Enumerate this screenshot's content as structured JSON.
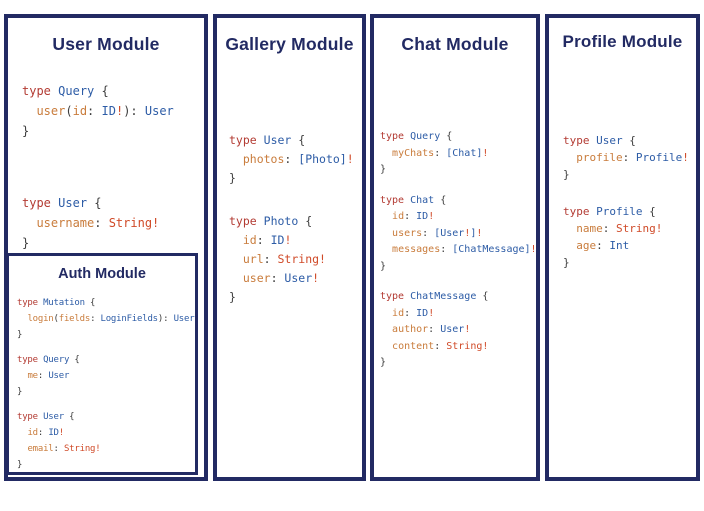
{
  "colors": {
    "border_navy": "#222a63",
    "keyword_red": "#b33b33",
    "type_blue": "#2d5ca6",
    "field_orange": "#c97c3c",
    "string_red_orange": "#d04a28",
    "punctuation": "#3d3d3d",
    "background": "#ffffff"
  },
  "panels": [
    {
      "title": "User Module",
      "blocks": [
        [
          [
            [
              "kw",
              "type"
            ],
            [
              "pl",
              " "
            ],
            [
              "ty",
              "Query"
            ],
            [
              "pl",
              " {"
            ]
          ],
          [
            [
              "pl",
              "  "
            ],
            [
              "fd",
              "user"
            ],
            [
              "pl",
              "("
            ],
            [
              "fd",
              "id"
            ],
            [
              "pl",
              ": "
            ],
            [
              "ty",
              "ID"
            ],
            [
              "ex",
              "!"
            ],
            [
              "pl",
              "): "
            ],
            [
              "ty",
              "User"
            ]
          ],
          [
            [
              "pl",
              "}"
            ]
          ]
        ],
        [
          [
            [
              "kw",
              "type"
            ],
            [
              "pl",
              " "
            ],
            [
              "ty",
              "User"
            ],
            [
              "pl",
              " {"
            ]
          ],
          [
            [
              "pl",
              "  "
            ],
            [
              "fd",
              "username"
            ],
            [
              "pl",
              ": "
            ],
            [
              "st",
              "String!"
            ]
          ],
          [
            [
              "pl",
              "}"
            ]
          ]
        ]
      ],
      "sub": {
        "title": "Auth Module",
        "blocks": [
          [
            [
              [
                "kw",
                "type"
              ],
              [
                "pl",
                " "
              ],
              [
                "ty",
                "Mutation"
              ],
              [
                "pl",
                " {"
              ]
            ],
            [
              [
                "pl",
                "  "
              ],
              [
                "fd",
                "login"
              ],
              [
                "pl",
                "("
              ],
              [
                "fd",
                "fields"
              ],
              [
                "pl",
                ": "
              ],
              [
                "ty",
                "LoginFields"
              ],
              [
                "pl",
                "): "
              ],
              [
                "ty",
                "User"
              ]
            ],
            [
              [
                "pl",
                "}"
              ]
            ]
          ],
          [
            [
              [
                "kw",
                "type"
              ],
              [
                "pl",
                " "
              ],
              [
                "ty",
                "Query"
              ],
              [
                "pl",
                " {"
              ]
            ],
            [
              [
                "pl",
                "  "
              ],
              [
                "fd",
                "me"
              ],
              [
                "pl",
                ": "
              ],
              [
                "ty",
                "User"
              ]
            ],
            [
              [
                "pl",
                "}"
              ]
            ]
          ],
          [
            [
              [
                "kw",
                "type"
              ],
              [
                "pl",
                " "
              ],
              [
                "ty",
                "User"
              ],
              [
                "pl",
                " {"
              ]
            ],
            [
              [
                "pl",
                "  "
              ],
              [
                "fd",
                "id"
              ],
              [
                "pl",
                ": "
              ],
              [
                "ty",
                "ID"
              ],
              [
                "ex",
                "!"
              ]
            ],
            [
              [
                "pl",
                "  "
              ],
              [
                "fd",
                "email"
              ],
              [
                "pl",
                ": "
              ],
              [
                "st",
                "String!"
              ]
            ],
            [
              [
                "pl",
                "}"
              ]
            ]
          ]
        ]
      }
    },
    {
      "title": "Gallery Module",
      "blocks": [
        [
          [
            [
              "kw",
              "type"
            ],
            [
              "pl",
              " "
            ],
            [
              "ty",
              "User"
            ],
            [
              "pl",
              " {"
            ]
          ],
          [
            [
              "pl",
              "  "
            ],
            [
              "fd",
              "photos"
            ],
            [
              "pl",
              ": "
            ],
            [
              "ty",
              "[Photo]"
            ],
            [
              "ex",
              "!"
            ]
          ],
          [
            [
              "pl",
              "}"
            ]
          ]
        ],
        [
          [
            [
              "kw",
              "type"
            ],
            [
              "pl",
              " "
            ],
            [
              "ty",
              "Photo"
            ],
            [
              "pl",
              " {"
            ]
          ],
          [
            [
              "pl",
              "  "
            ],
            [
              "fd",
              "id"
            ],
            [
              "pl",
              ": "
            ],
            [
              "ty",
              "ID"
            ],
            [
              "ex",
              "!"
            ]
          ],
          [
            [
              "pl",
              "  "
            ],
            [
              "fd",
              "url"
            ],
            [
              "pl",
              ": "
            ],
            [
              "st",
              "String!"
            ]
          ],
          [
            [
              "pl",
              "  "
            ],
            [
              "fd",
              "user"
            ],
            [
              "pl",
              ": "
            ],
            [
              "ty",
              "User"
            ],
            [
              "ex",
              "!"
            ]
          ],
          [
            [
              "pl",
              "}"
            ]
          ]
        ]
      ]
    },
    {
      "title": "Chat Module",
      "blocks": [
        [
          [
            [
              "kw",
              "type"
            ],
            [
              "pl",
              " "
            ],
            [
              "ty",
              "Query"
            ],
            [
              "pl",
              " {"
            ]
          ],
          [
            [
              "pl",
              "  "
            ],
            [
              "fd",
              "myChats"
            ],
            [
              "pl",
              ": "
            ],
            [
              "ty",
              "[Chat]"
            ],
            [
              "ex",
              "!"
            ]
          ],
          [
            [
              "pl",
              "}"
            ]
          ]
        ],
        [
          [
            [
              "kw",
              "type"
            ],
            [
              "pl",
              " "
            ],
            [
              "ty",
              "Chat"
            ],
            [
              "pl",
              " {"
            ]
          ],
          [
            [
              "pl",
              "  "
            ],
            [
              "fd",
              "id"
            ],
            [
              "pl",
              ": "
            ],
            [
              "ty",
              "ID"
            ],
            [
              "ex",
              "!"
            ]
          ],
          [
            [
              "pl",
              "  "
            ],
            [
              "fd",
              "users"
            ],
            [
              "pl",
              ": "
            ],
            [
              "ty",
              "[User"
            ],
            [
              "ex",
              "!"
            ],
            [
              "ty",
              "]"
            ],
            [
              "ex",
              "!"
            ]
          ],
          [
            [
              "pl",
              "  "
            ],
            [
              "fd",
              "messages"
            ],
            [
              "pl",
              ": "
            ],
            [
              "ty",
              "[ChatMessage]"
            ],
            [
              "ex",
              "!"
            ]
          ],
          [
            [
              "pl",
              "}"
            ]
          ]
        ],
        [
          [
            [
              "kw",
              "type"
            ],
            [
              "pl",
              " "
            ],
            [
              "ty",
              "ChatMessage"
            ],
            [
              "pl",
              " {"
            ]
          ],
          [
            [
              "pl",
              "  "
            ],
            [
              "fd",
              "id"
            ],
            [
              "pl",
              ": "
            ],
            [
              "ty",
              "ID"
            ],
            [
              "ex",
              "!"
            ]
          ],
          [
            [
              "pl",
              "  "
            ],
            [
              "fd",
              "author"
            ],
            [
              "pl",
              ": "
            ],
            [
              "ty",
              "User"
            ],
            [
              "ex",
              "!"
            ]
          ],
          [
            [
              "pl",
              "  "
            ],
            [
              "fd",
              "content"
            ],
            [
              "pl",
              ": "
            ],
            [
              "st",
              "String!"
            ]
          ],
          [
            [
              "pl",
              "}"
            ]
          ]
        ]
      ]
    },
    {
      "title": "Profile Module",
      "blocks": [
        [
          [
            [
              "kw",
              "type"
            ],
            [
              "pl",
              " "
            ],
            [
              "ty",
              "User"
            ],
            [
              "pl",
              " {"
            ]
          ],
          [
            [
              "pl",
              "  "
            ],
            [
              "fd",
              "profile"
            ],
            [
              "pl",
              ": "
            ],
            [
              "ty",
              "Profile"
            ],
            [
              "ex",
              "!"
            ]
          ],
          [
            [
              "pl",
              "}"
            ]
          ]
        ],
        [
          [
            [
              "kw",
              "type"
            ],
            [
              "pl",
              " "
            ],
            [
              "ty",
              "Profile"
            ],
            [
              "pl",
              " {"
            ]
          ],
          [
            [
              "pl",
              "  "
            ],
            [
              "fd",
              "name"
            ],
            [
              "pl",
              ": "
            ],
            [
              "st",
              "String!"
            ]
          ],
          [
            [
              "pl",
              "  "
            ],
            [
              "fd",
              "age"
            ],
            [
              "pl",
              ": "
            ],
            [
              "ty",
              "Int"
            ]
          ],
          [
            [
              "pl",
              "}"
            ]
          ]
        ]
      ]
    }
  ]
}
